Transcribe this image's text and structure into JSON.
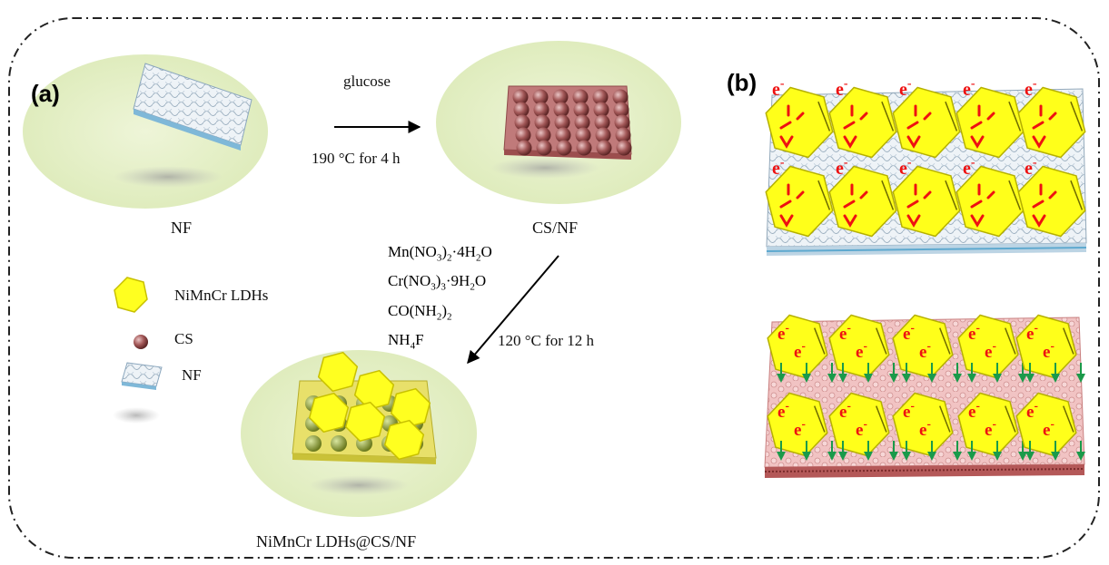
{
  "panel_a": {
    "label": "(a)",
    "nodes": {
      "nf": "NF",
      "cs_nf": "CS/NF",
      "product": "NiMnCr LDHs@CS/NF"
    },
    "step1": {
      "reagent": "glucose",
      "condition": "190 °C for 4 h"
    },
    "step2": {
      "reagents": [
        {
          "main": "Mn(NO",
          "sub1": "3",
          "mid": ")",
          "sub2": "2",
          "tail": "·4H",
          "sub3": "2",
          "end": "O"
        },
        {
          "main": "Cr(NO",
          "sub1": "3",
          "mid": ")",
          "sub2": "3",
          "tail": "·9H",
          "sub3": "2",
          "end": "O"
        },
        {
          "main": "CO(NH",
          "sub1": "2",
          "mid": ")",
          "sub2": "2",
          "tail": "",
          "sub3": "",
          "end": ""
        },
        {
          "main": "NH",
          "sub1": "4",
          "mid": "F",
          "sub2": "",
          "tail": "",
          "sub3": "",
          "end": ""
        }
      ],
      "condition": "120 °C for 12 h"
    },
    "legend": [
      {
        "label": "NiMnCr LDHs",
        "icon": "yellow-hexagon-icon"
      },
      {
        "label": "CS",
        "icon": "sphere-icon"
      },
      {
        "label": "NF",
        "icon": "foam-tile-icon"
      }
    ]
  },
  "panel_b": {
    "label": "(b)",
    "electron": "e",
    "electron_charge": "-"
  },
  "colors": {
    "disk": "#e4efc6",
    "ldh": "#ffff20",
    "sphere": "#9c5050",
    "foam": "#dfe7ee",
    "cs_slab": "#e8b0b0",
    "electron": "#ee1111",
    "arrow_green": "#1a9a4a"
  }
}
